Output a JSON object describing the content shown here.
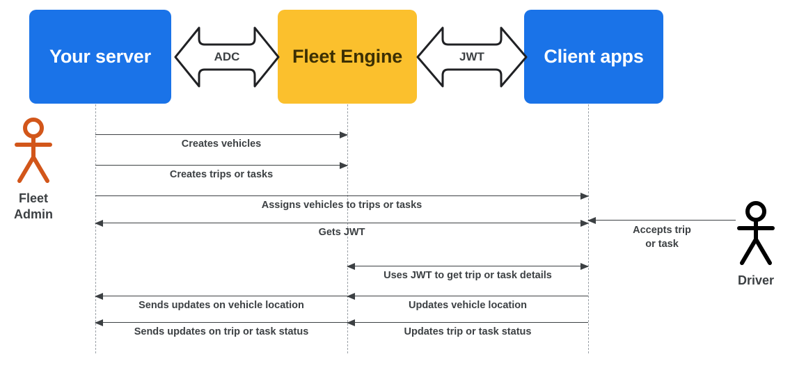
{
  "diagram": {
    "title": "Fleet Engine sequence diagram",
    "colors": {
      "blue": "#1a73e8",
      "yellow": "#fbc02d",
      "admin_orange": "#d2561a",
      "driver_black": "#000000",
      "line": "#3c4043",
      "lifeline": "#9aa0a6"
    }
  },
  "participants": [
    {
      "id": "server",
      "label": "Your server",
      "style": "blue"
    },
    {
      "id": "fleet",
      "label": "Fleet Engine",
      "style": "yellow"
    },
    {
      "id": "client",
      "label": "Client apps",
      "style": "blue"
    }
  ],
  "protocol_arrows": [
    {
      "id": "adc",
      "label": "ADC",
      "between": [
        "server",
        "fleet"
      ],
      "direction": "bidirectional"
    },
    {
      "id": "jwt",
      "label": "JWT",
      "between": [
        "fleet",
        "client"
      ],
      "direction": "bidirectional"
    }
  ],
  "actors": [
    {
      "id": "fleet-admin",
      "name_line1": "Fleet",
      "name_line2": "Admin",
      "color": "#d2561a"
    },
    {
      "id": "driver",
      "name_line1": "Driver",
      "name_line2": "",
      "color": "#000000"
    }
  ],
  "messages": [
    {
      "id": "m1",
      "label": "Creates vehicles",
      "from": "server",
      "to": "fleet",
      "direction": "right"
    },
    {
      "id": "m2",
      "label": "Creates trips or tasks",
      "from": "server",
      "to": "fleet",
      "direction": "right"
    },
    {
      "id": "m3",
      "label": "Assigns vehicles to trips or tasks",
      "from": "server",
      "to": "client",
      "direction": "right"
    },
    {
      "id": "m4",
      "label": "Gets JWT",
      "from": "server",
      "to": "client",
      "direction": "bidirectional"
    },
    {
      "id": "m5",
      "label": "Accepts trip\nor task",
      "from": "driver",
      "to": "client",
      "direction": "left"
    },
    {
      "id": "m6",
      "label": "Uses JWT to get trip or task details",
      "from": "fleet",
      "to": "client",
      "direction": "bidirectional"
    },
    {
      "id": "m7",
      "label": "Sends updates on vehicle location",
      "from": "fleet",
      "to": "server",
      "direction": "left"
    },
    {
      "id": "m8",
      "label": "Updates vehicle location",
      "from": "client",
      "to": "fleet",
      "direction": "left"
    },
    {
      "id": "m9",
      "label": "Sends updates on trip or task status",
      "from": "fleet",
      "to": "server",
      "direction": "left"
    },
    {
      "id": "m10",
      "label": "Updates trip or task status",
      "from": "client",
      "to": "fleet",
      "direction": "left"
    }
  ],
  "message_captions": {
    "m5_line1": "Accepts trip",
    "m5_line2": "or task"
  }
}
